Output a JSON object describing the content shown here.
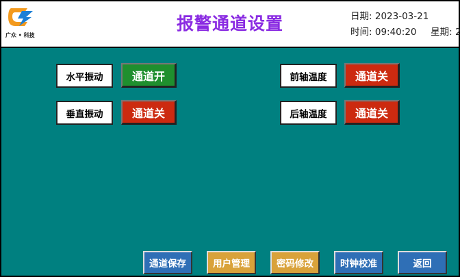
{
  "header": {
    "logo_text": "广众 • 科技",
    "title": "报警通道设置",
    "date_label": "日期:",
    "date_value": "2023-03-21",
    "time_label": "时间:",
    "time_value": "09:40:20",
    "weekday_label": "星期:",
    "weekday_value": "2"
  },
  "channels": [
    {
      "label": "水平振动",
      "state": "通道开",
      "status": "on"
    },
    {
      "label": "垂直振动",
      "state": "通道关",
      "status": "off"
    },
    {
      "label": "前轴温度",
      "state": "通道关",
      "status": "off"
    },
    {
      "label": "后轴温度",
      "state": "通道关",
      "status": "off"
    }
  ],
  "nav": {
    "save": "通道保存",
    "users": "用户管理",
    "password": "密码修改",
    "clock": "时钟校准",
    "back": "返回"
  },
  "colors": {
    "background": "#008080",
    "channel_on": "#1f8f2e",
    "channel_off": "#cc2a10",
    "title": "#8a2be2",
    "nav_blue": "#2f6fb6",
    "nav_gold": "#d9a23a"
  }
}
